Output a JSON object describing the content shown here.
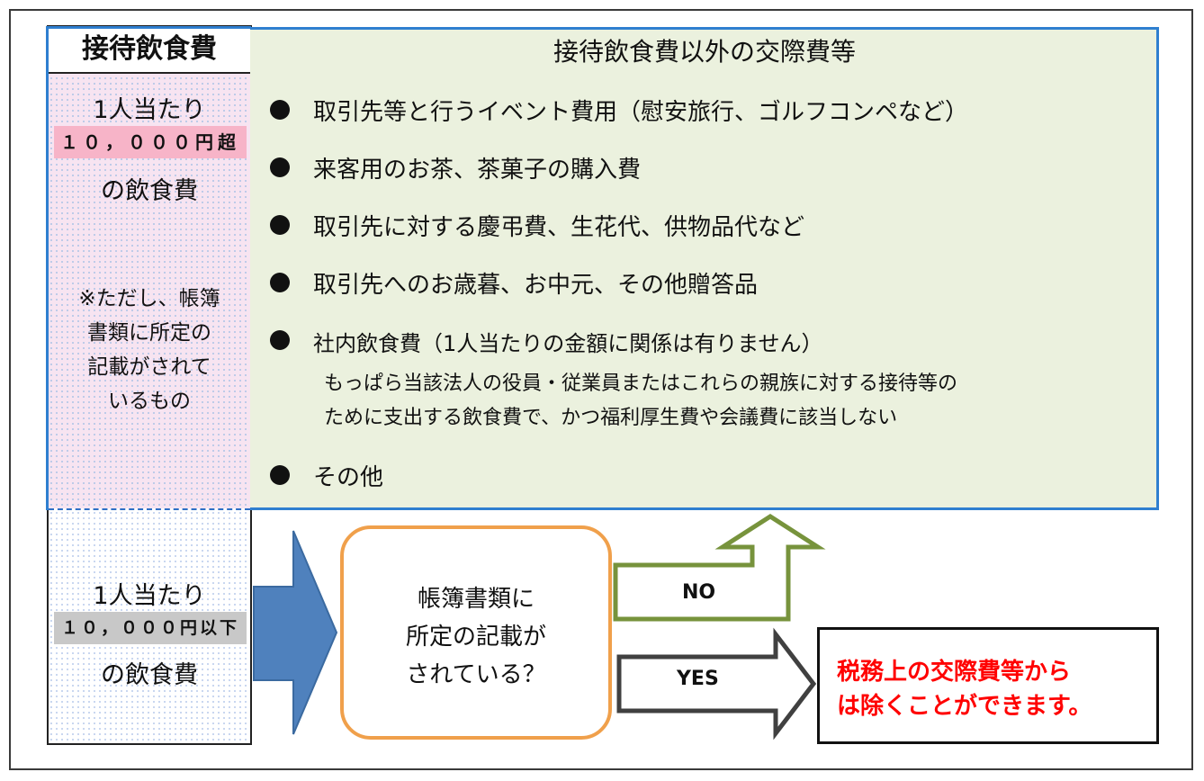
{
  "left_column": {
    "header": "接待飲食費",
    "top": {
      "per_person": "1人当たり",
      "amount_badge": "１０，０００円超",
      "food_cost": "の飲食費",
      "note_lines": [
        "※ただし、帳簿",
        "書類に所定の",
        "記載がされて",
        "いるもの"
      ]
    },
    "bottom": {
      "per_person": "1人当たり",
      "amount_badge": "１０，０００円以下",
      "food_cost": "の飲食費"
    }
  },
  "right_panel": {
    "title": "接待飲食費以外の交際費等",
    "items": [
      "取引先等と行うイベント費用（慰安旅行、ゴルフコンペなど）",
      "来客用のお茶、茶菓子の購入費",
      "取引先に対する慶弔費、生花代、供物品代など",
      "取引先へのお歳暮、お中元、その他贈答品",
      "社内飲食費（1人当たりの金額に関係は有りません）",
      "その他"
    ],
    "sub_lines": [
      "もっぱら当該法人の役員・従業員またはこれらの親族に対する接待等の",
      "ために支出する飲食費で、かつ福利厚生費や会議費に該当しない"
    ]
  },
  "decision": {
    "lines": [
      "帳簿書類に",
      "所定の記載が",
      "されている？"
    ]
  },
  "arrows": {
    "no_label": "NO",
    "yes_label": "YES"
  },
  "result": {
    "lines": [
      "税務上の交際費等から",
      "は除くことができます。"
    ]
  },
  "colors": {
    "panel_fill": "#ebf1de",
    "panel_border": "#2f7fd0",
    "pink_fill": "#f7e4f1",
    "badge_pink": "#f7b4c8",
    "badge_gray": "#c8c8c8",
    "decision_border": "#f0a04b",
    "no_arrow": "#77933c",
    "big_arrow": "#4f81bd",
    "result_text": "#ff0000"
  }
}
